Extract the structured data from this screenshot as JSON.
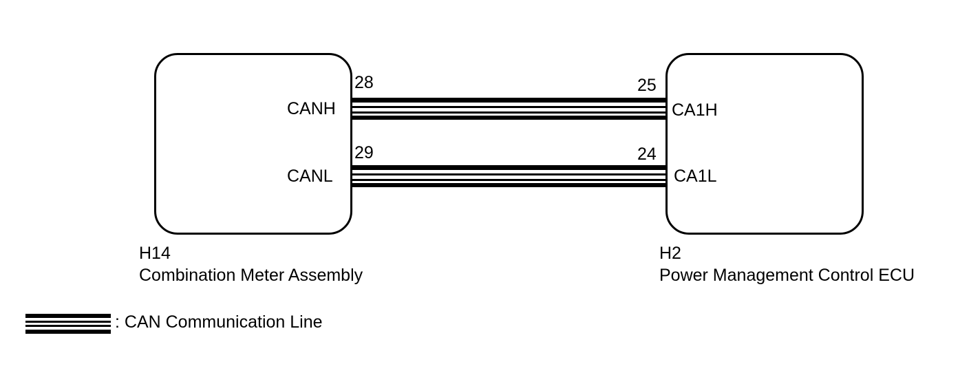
{
  "components": {
    "left": {
      "connector": "H14",
      "name": "Combination Meter Assembly",
      "signals": {
        "high": "CANH",
        "low": "CANL"
      },
      "pins": {
        "high": "28",
        "low": "29"
      }
    },
    "right": {
      "connector": "H2",
      "name": "Power Management Control ECU",
      "signals": {
        "high": "CA1H",
        "low": "CA1L"
      },
      "pins": {
        "high": "25",
        "low": "24"
      }
    }
  },
  "legend": {
    "label": ": CAN Communication Line"
  },
  "colors": {
    "line": "#000000",
    "background": "#ffffff"
  }
}
